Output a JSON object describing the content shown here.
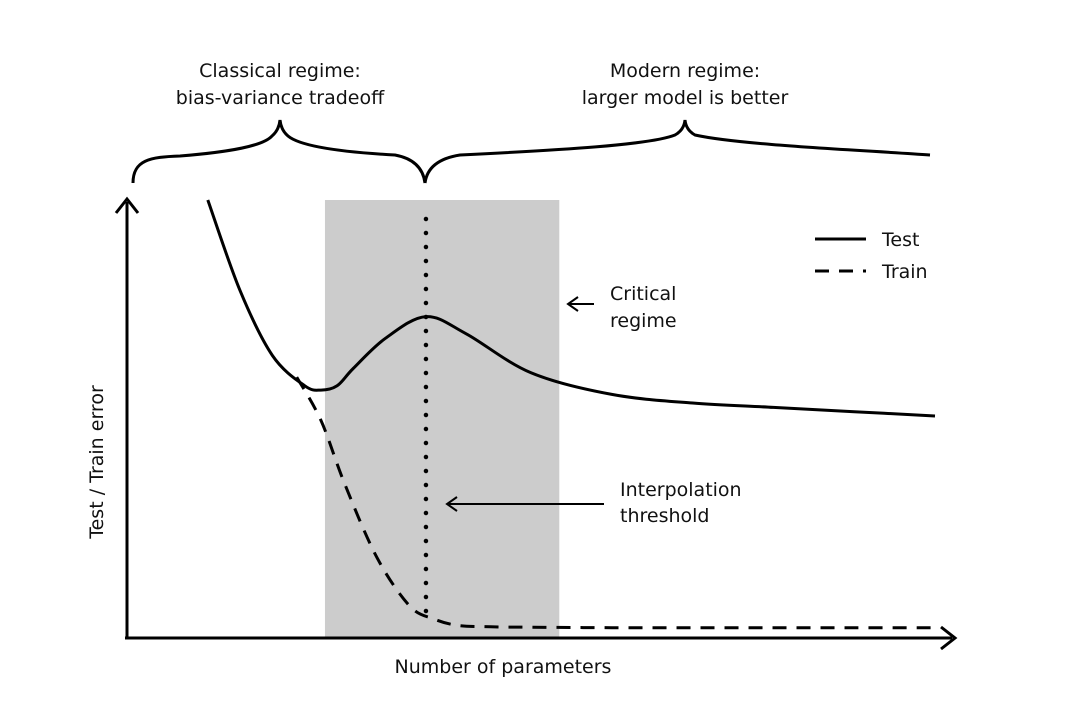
{
  "chart_data": {
    "type": "line",
    "xlabel": "Number of parameters",
    "ylabel": "Test / Train error",
    "xlim": [
      0,
      100
    ],
    "ylim": [
      0,
      100
    ],
    "series": [
      {
        "name": "Test",
        "style": "solid",
        "x": [
          10,
          14,
          18,
          22,
          24,
          26,
          28,
          32,
          37,
          42,
          50,
          60,
          70,
          80,
          90,
          100
        ],
        "y": [
          100,
          79,
          64,
          57,
          56,
          57,
          61,
          68,
          73,
          69,
          60,
          55,
          53,
          52,
          51,
          50
        ]
      },
      {
        "name": "Train",
        "style": "dashed",
        "x": [
          21,
          24,
          27,
          31,
          35,
          38,
          41,
          45,
          50,
          60,
          70,
          80,
          90,
          100
        ],
        "y": [
          59,
          49,
          34,
          17,
          6,
          3,
          1.5,
          1.2,
          1.1,
          1,
          1,
          1,
          1,
          1
        ]
      }
    ],
    "shaded_region": {
      "x": [
        24.5,
        53.5
      ],
      "label": "Critical regime"
    },
    "interpolation_threshold_x": 37,
    "annotations": {
      "critical": [
        "Critical",
        "regime"
      ],
      "interpolation": [
        "Interpolation",
        "threshold"
      ]
    },
    "regimes": {
      "classical": [
        "Classical regime:",
        "bias-variance tradeoff"
      ],
      "modern": [
        "Modern regime:",
        "larger model is better"
      ]
    },
    "legend": {
      "placement": "top-right",
      "entries": [
        "Test",
        "Train"
      ]
    },
    "grid": false,
    "colors": {
      "line": "#000000",
      "shade": "#cccccc"
    }
  }
}
